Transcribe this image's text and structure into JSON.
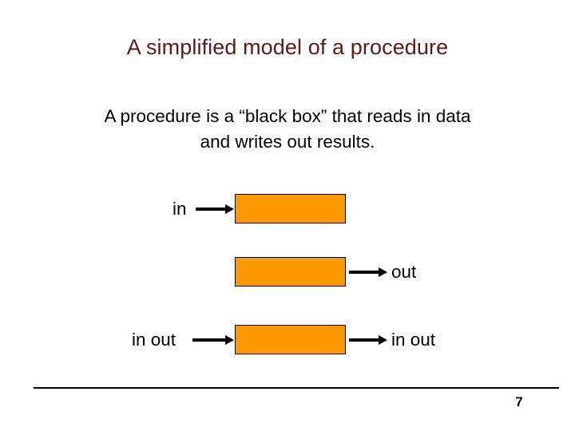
{
  "slide": {
    "title": "A simplified model of a procedure",
    "body": {
      "line1": "A procedure is a “black box” that reads in data",
      "line2": "and writes out results."
    },
    "footer": {
      "slide_number": "7"
    },
    "colors": {
      "title": "#5C1A1A",
      "box_fill": "#FF9900",
      "box_border": "#000000",
      "text": "#000000",
      "background": "#FFFFFF"
    }
  },
  "diagram": {
    "type": "block-flow",
    "description": "Three orange rectangles representing procedures, each annotated with input and/or output arrows.",
    "rows": [
      {
        "id": "row-1",
        "left_label": "in",
        "left_arrow": "arrow-right",
        "box_label": "",
        "right_arrow": "",
        "right_label": ""
      },
      {
        "id": "row-2",
        "left_label": "",
        "left_arrow": "",
        "box_label": "",
        "right_arrow": "arrow-right",
        "right_label": "out"
      },
      {
        "id": "row-3",
        "left_label": "in out",
        "left_arrow": "arrow-right",
        "box_label": "",
        "right_arrow": "arrow-right",
        "right_label": "in out"
      }
    ]
  }
}
